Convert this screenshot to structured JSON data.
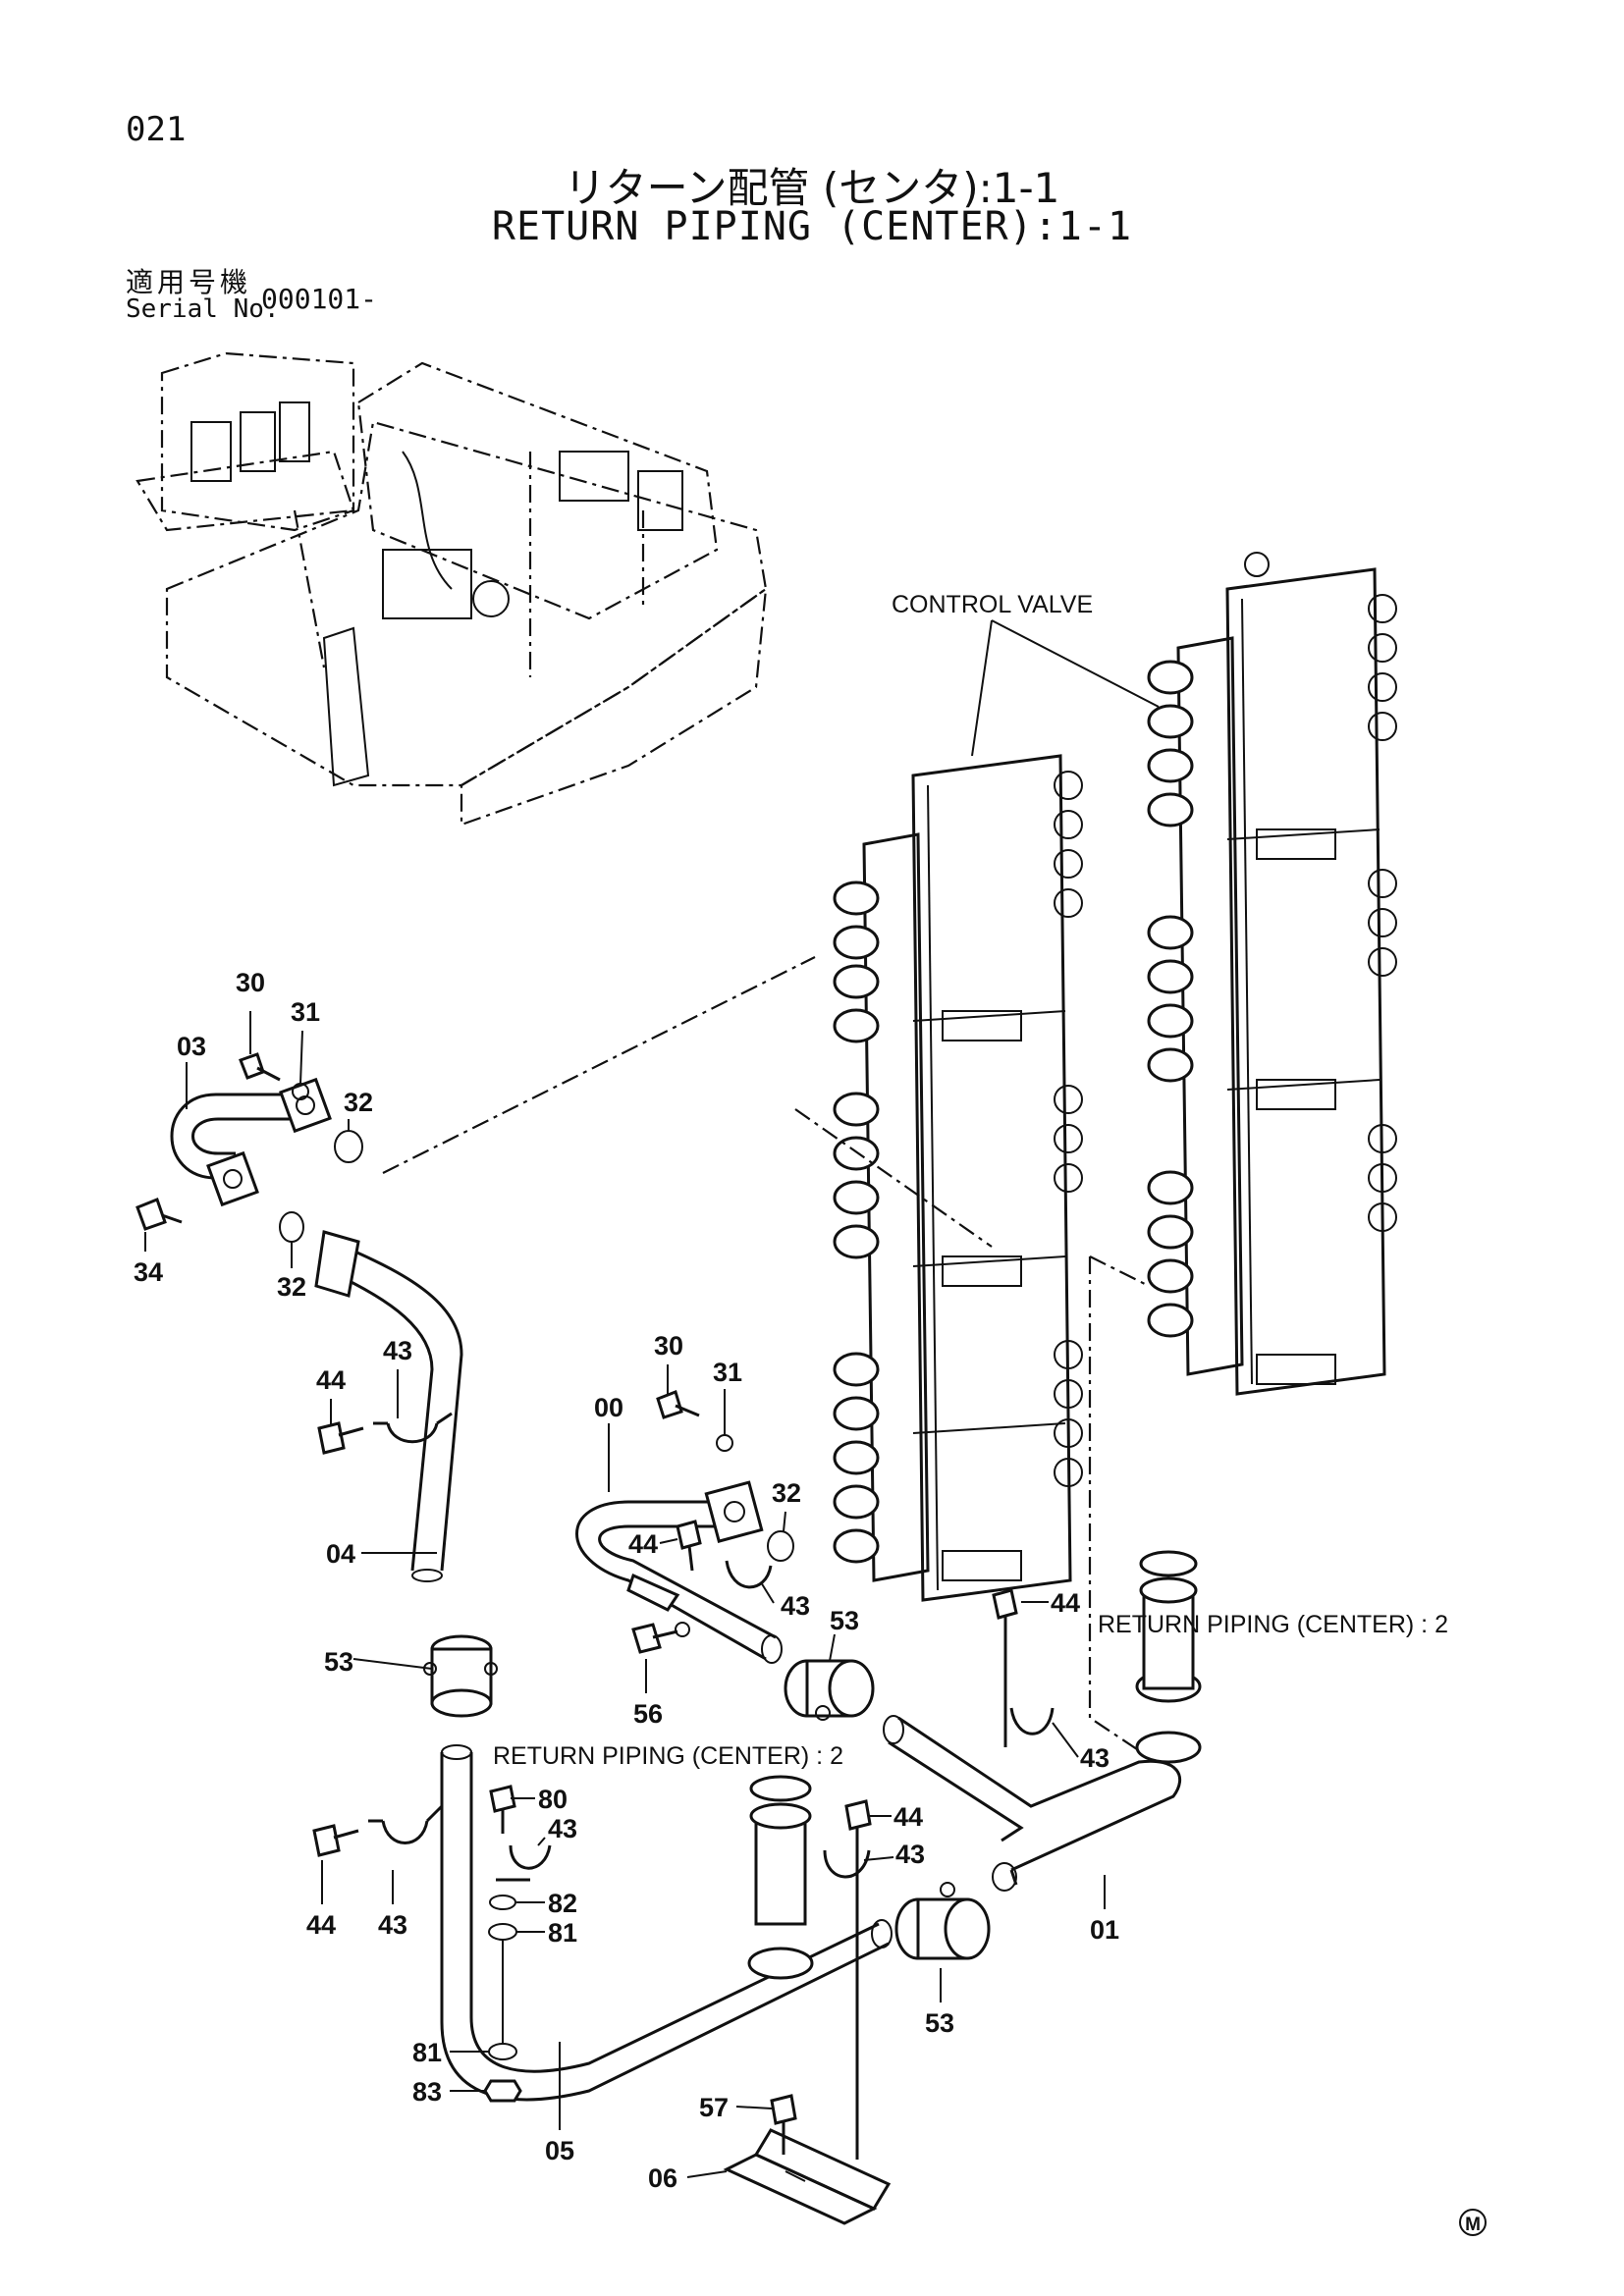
{
  "header": {
    "page_number": "021",
    "title_jp": "リターン配管 (センタ):1-1",
    "title_en": "RETURN PIPING (CENTER):1-1",
    "serial_label_jp": "適用号機",
    "serial_label_en": "Serial No.",
    "serial_value": "000101-"
  },
  "annotations": {
    "control_valve": "CONTROL VALVE",
    "ref_right": "RETURN PIPING (CENTER) : 2",
    "ref_left": "RETURN PIPING (CENTER) : 2",
    "maker_mark": "M"
  },
  "callouts": {
    "c30a": "30",
    "c31a": "31",
    "c03": "03",
    "c32a": "32",
    "c34": "34",
    "c32b": "32",
    "c44a": "44",
    "c43a": "43",
    "c04": "04",
    "c53a": "53",
    "c30b": "30",
    "c31b": "31",
    "c00": "00",
    "c32c": "32",
    "c44b": "44",
    "c43b": "43",
    "c53b": "53",
    "c56": "56",
    "c44c": "44",
    "c43c": "43",
    "c80": "80",
    "c43d": "43",
    "c82": "82",
    "c81a": "81",
    "c44d": "44",
    "c43e": "43",
    "c81b": "81",
    "c83": "83",
    "c05": "05",
    "c57": "57",
    "c06": "06",
    "c44e": "44",
    "c43f": "43",
    "c53c": "53",
    "c01": "01"
  }
}
